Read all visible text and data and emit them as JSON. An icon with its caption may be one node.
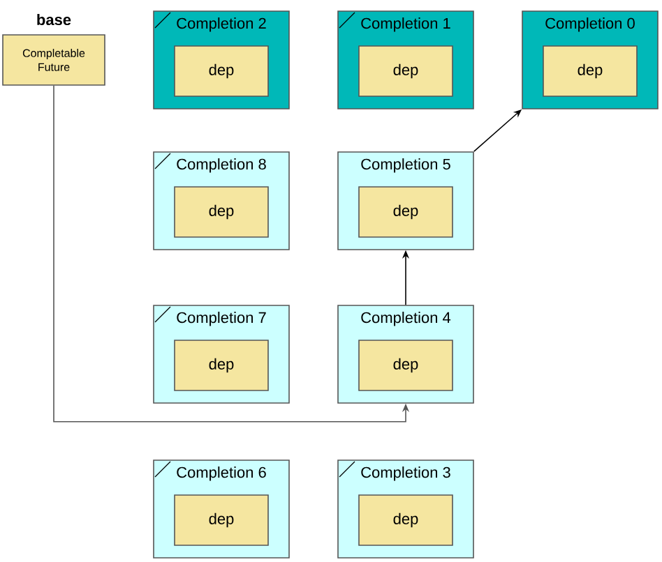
{
  "diagram": {
    "nodes": [
      {
        "text": [
          "base",
          "Completable Future"
        ]
      },
      {
        "text": [
          "Completion 2"
        ]
      },
      {
        "text": [
          "dep"
        ],
        "in": 1
      },
      {
        "text": [
          "Completion 1"
        ]
      },
      {
        "text": [
          "dep"
        ],
        "in": 3
      },
      {
        "text": [
          "Completion 0"
        ]
      },
      {
        "text": [
          "dep"
        ],
        "in": 5
      },
      {
        "text": [
          "Completion 8"
        ]
      },
      {
        "text": [
          "dep"
        ],
        "in": 7
      },
      {
        "text": [
          "Completion 5"
        ]
      },
      {
        "text": [
          "dep"
        ],
        "in": 9
      },
      {
        "text": [
          "Completion 7"
        ]
      },
      {
        "text": [
          "dep"
        ],
        "in": 11
      },
      {
        "text": [
          "Completion 4"
        ]
      },
      {
        "text": [
          "dep"
        ],
        "in": 13
      },
      {
        "text": [
          "Completion 6"
        ]
      },
      {
        "text": [
          "dep"
        ],
        "in": 15
      },
      {
        "text": [
          "Completion 3"
        ]
      },
      {
        "text": [
          "dep"
        ],
        "in": 17
      }
    ],
    "edges": [
      {
        "from": 0,
        "to": 13,
        "arrow": "to"
      },
      {
        "from": 13,
        "to": 9,
        "arrow": "to"
      },
      {
        "from": 9,
        "to": 5,
        "arrow": "to"
      }
    ]
  }
}
